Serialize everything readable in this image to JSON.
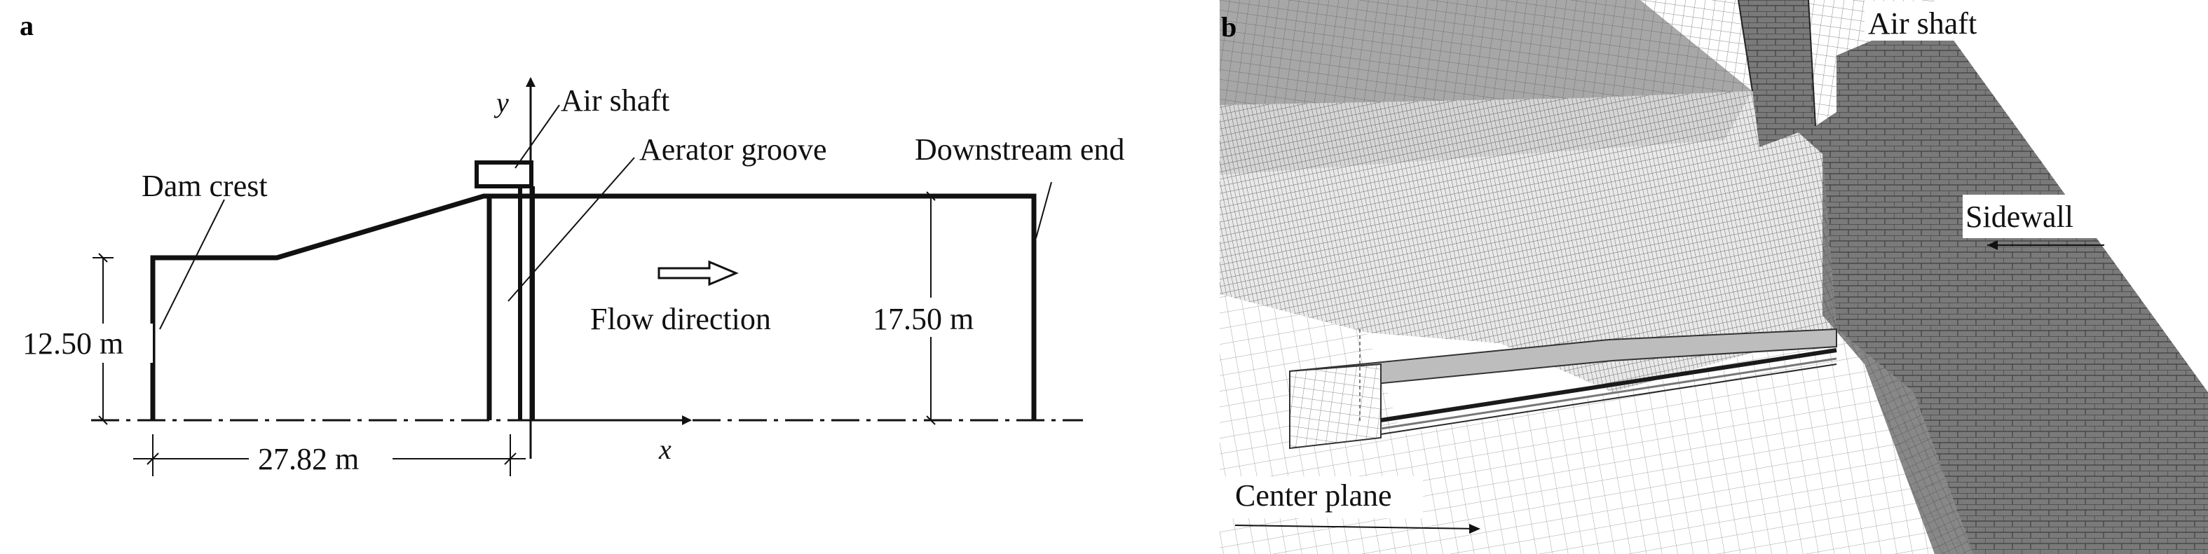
{
  "panel_a": {
    "panel_label": "a",
    "labels": {
      "dam_crest": "Dam crest",
      "air_shaft": "Air shaft",
      "aerator_groove": "Aerator groove",
      "downstream_end": "Downstream end",
      "flow_direction": "Flow direction",
      "y_axis": "y",
      "x_axis": "x"
    },
    "dimensions": {
      "left_height": "12.50 m",
      "right_height": "17.50 m",
      "horizontal_length": "27.82 m"
    }
  },
  "panel_b": {
    "panel_label": "b",
    "labels": {
      "air_shaft": "Air shaft",
      "sidewall": "Sidewall",
      "center_plane": "Center plane"
    }
  },
  "colors": {
    "line": "#111111",
    "mesh_light": "#9a9a9a",
    "mesh_dark": "#4a4a4a",
    "wall": "#6e6e6e"
  }
}
